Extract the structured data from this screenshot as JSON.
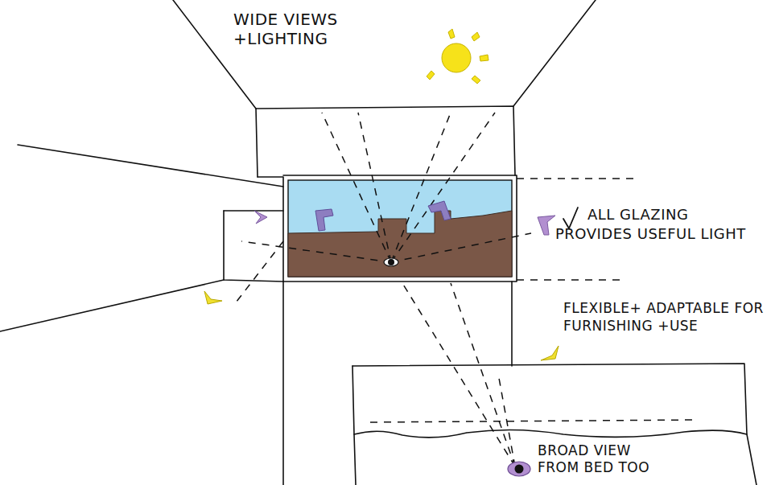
{
  "diagram": {
    "labels": [
      "WIDE VIEWS +LIGHTING",
      "ALL GLAZING PROVIDES USEFUL LIGHT",
      "FLEXIBLE+ ADAPTABLE FOR FURNISHING +USE",
      "BROAD VIEW FROM BED TOO"
    ]
  }
}
